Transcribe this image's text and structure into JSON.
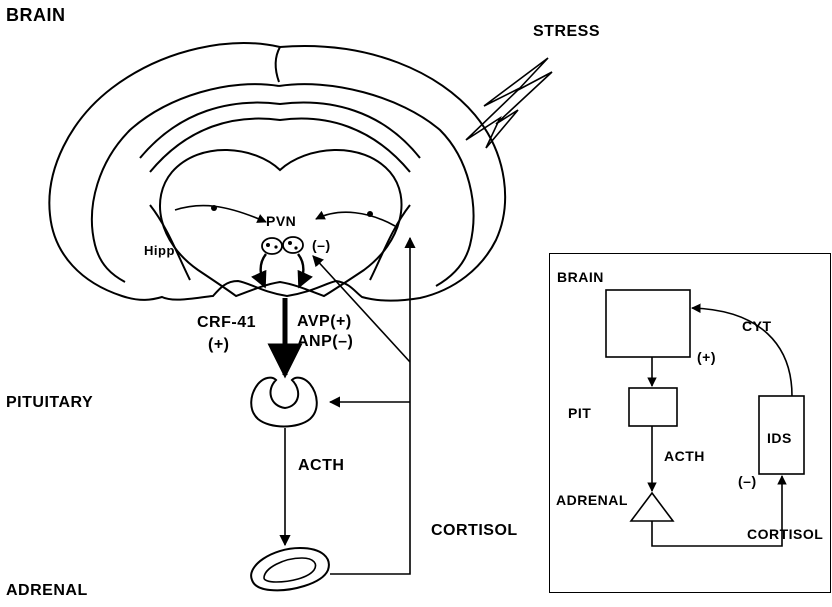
{
  "main": {
    "brain": "BRAIN",
    "stress": "STRESS",
    "pvn": "PVN",
    "pvn_neg": "(–)",
    "hipp": "Hipp",
    "crf": "CRF-41",
    "crf_sign": "(+)",
    "avp": "AVP(+)",
    "anp": "ANP(–)",
    "pituitary": "PITUITARY",
    "acth": "ACTH",
    "cortisol": "CORTISOL",
    "adrenal": "ADRENAL"
  },
  "inset": {
    "brain": "BRAIN",
    "cyt": "CYT",
    "plus": "(+)",
    "pit": "PIT",
    "ids": "IDS",
    "acth": "ACTH",
    "minus": "(–)",
    "adrenal": "ADRENAL",
    "cortisol": "CORTISOL"
  }
}
